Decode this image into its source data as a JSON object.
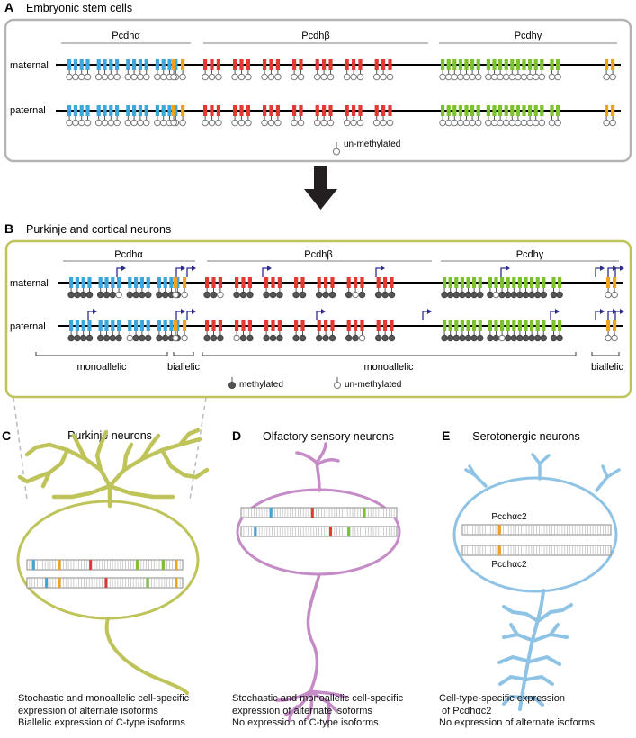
{
  "colors": {
    "alpha": "#3ba7dd",
    "beta": "#e23a33",
    "gamma": "#7cc22c",
    "ctype": "#f0a21c",
    "panel_a_border": "#b4b4b4",
    "panel_b_border": "#bfc45a",
    "purkinje": "#bfc45a",
    "olfactory": "#c58bc6",
    "serotonergic": "#8fc3e6",
    "promoter_flag": "#2e2d8f",
    "arrow": "#231f20"
  },
  "panel_a": {
    "letter": "A",
    "title": "Embryonic stem cells",
    "cluster_alpha": "Pcdhα",
    "cluster_beta": "Pcdhβ",
    "cluster_gamma": "Pcdhγ",
    "row_maternal": "maternal",
    "row_paternal": "paternal",
    "legend_unmethylated": "un-methylated"
  },
  "panel_b": {
    "letter": "B",
    "title": "Purkinje and cortical neurons",
    "cluster_alpha": "Pcdhα",
    "cluster_beta": "Pcdhβ",
    "cluster_gamma": "Pcdhγ",
    "row_maternal": "maternal",
    "row_paternal": "paternal",
    "bracket_monoallelic_1": "monoallelic",
    "bracket_biallelic_1": "biallelic",
    "bracket_monoallelic_2": "monoallelic",
    "bracket_biallelic_2": "biallelic",
    "legend_methylated": "methylated",
    "legend_unmethylated": "un-methylated"
  },
  "panel_c": {
    "letter": "C",
    "title": "Purkinje neurons",
    "caption_line1": "Stochastic and monoallelic cell-specific",
    "caption_line2": "expression of alternate isoforms",
    "caption_line3": "Biallelic expression of C-type isoforms"
  },
  "panel_d": {
    "letter": "D",
    "title": "Olfactory sensory neurons",
    "caption_line1": "Stochastic and monoallelic cell-specific",
    "caption_line2": "expression of alternate isoforms",
    "caption_line3": "No expression of C-type isoforms"
  },
  "panel_e": {
    "letter": "E",
    "title": "Serotonergic neurons",
    "label_top": "Pcdhαc2",
    "label_bottom": "Pcdhαc2",
    "caption_line1": "Cell-type-specific expression",
    "caption_line2": " of Pcdhαc2",
    "caption_line3": "No expression of alternate isoforms"
  }
}
